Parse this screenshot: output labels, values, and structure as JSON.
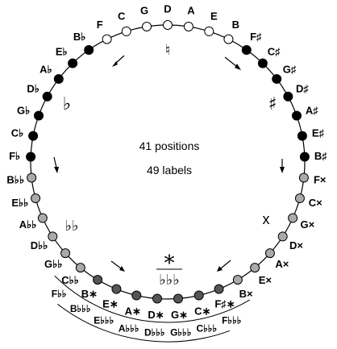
{
  "diagram": {
    "center_lines": [
      "41 positions",
      "49 labels"
    ],
    "zone_symbols": {
      "natural": "♮",
      "sharp": "♯",
      "flat": "♭",
      "double_sharp": "x",
      "double_flat": "♭♭",
      "star": "*",
      "triple_flat": "♭♭♭"
    },
    "fill_colors": {
      "white": "#ffffff",
      "black": "#000000",
      "gray": "#aaaaaa",
      "dark": "#555555"
    },
    "positions": [
      {
        "label": "D",
        "fill": "white"
      },
      {
        "label": "A",
        "fill": "white"
      },
      {
        "label": "E",
        "fill": "white"
      },
      {
        "label": "B",
        "fill": "white"
      },
      {
        "label": "F♯",
        "fill": "black"
      },
      {
        "label": "C♯",
        "fill": "black"
      },
      {
        "label": "G♯",
        "fill": "black"
      },
      {
        "label": "D♯",
        "fill": "black"
      },
      {
        "label": "A♯",
        "fill": "black"
      },
      {
        "label": "E♯",
        "fill": "black"
      },
      {
        "label": "B♯",
        "fill": "black"
      },
      {
        "label": "F×",
        "fill": "gray"
      },
      {
        "label": "C×",
        "fill": "gray"
      },
      {
        "label": "G×",
        "fill": "gray"
      },
      {
        "label": "D×",
        "fill": "gray"
      },
      {
        "label": "A×",
        "fill": "gray"
      },
      {
        "label": "E×",
        "fill": "gray"
      },
      {
        "label": "B×",
        "fill": "gray"
      },
      {
        "label": "F♯∗",
        "fill": "dark",
        "outer": "F♭♭♭"
      },
      {
        "label": "C∗",
        "fill": "dark",
        "outer": "C♭♭♭"
      },
      {
        "label": "G∗",
        "fill": "dark",
        "outer": "G♭♭♭"
      },
      {
        "label": "D∗",
        "fill": "dark",
        "outer": "D♭♭♭"
      },
      {
        "label": "A∗",
        "fill": "dark",
        "outer": "A♭♭♭"
      },
      {
        "label": "E∗",
        "fill": "dark",
        "outer": "E♭♭♭"
      },
      {
        "label": "B∗",
        "fill": "dark",
        "outer": "B♭♭♭"
      },
      {
        "label": "C♭♭",
        "fill": "gray",
        "outer": "F♭♭"
      },
      {
        "label": "G♭♭",
        "fill": "gray"
      },
      {
        "label": "D♭♭",
        "fill": "gray"
      },
      {
        "label": "A♭♭",
        "fill": "gray"
      },
      {
        "label": "E♭♭",
        "fill": "gray"
      },
      {
        "label": "B♭♭",
        "fill": "gray"
      },
      {
        "label": "F♭",
        "fill": "black"
      },
      {
        "label": "C♭",
        "fill": "black"
      },
      {
        "label": "G♭",
        "fill": "black"
      },
      {
        "label": "D♭",
        "fill": "black"
      },
      {
        "label": "A♭",
        "fill": "black"
      },
      {
        "label": "E♭",
        "fill": "black"
      },
      {
        "label": "B♭",
        "fill": "black"
      },
      {
        "label": "F",
        "fill": "white"
      },
      {
        "label": "C",
        "fill": "white"
      },
      {
        "label": "G",
        "fill": "white"
      }
    ]
  }
}
